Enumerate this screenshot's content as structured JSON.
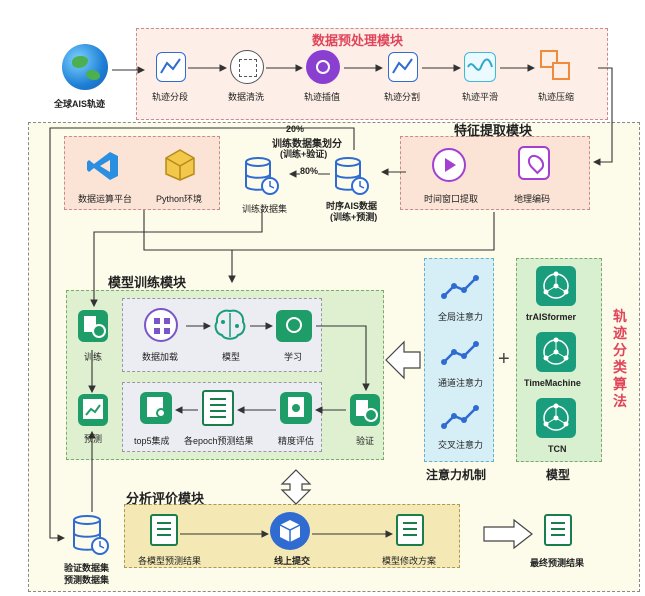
{
  "globe_label": "全球AIS轨迹",
  "preprocess": {
    "title": "数据预处理模块",
    "steps": [
      "轨迹分段",
      "数据清洗",
      "轨迹插值",
      "轨迹分割",
      "轨迹平滑",
      "轨迹压缩"
    ]
  },
  "feature": {
    "title": "特征提取模块",
    "items": [
      "时间窗口提取",
      "地理编码"
    ]
  },
  "platform": {
    "items": [
      "数据运算平台",
      "Python环境"
    ]
  },
  "split": {
    "title": "训练数据集划分",
    "subtitle": "(训练+验证)",
    "pct20": "20%",
    "pct80": "80%",
    "train_set": "训练数据集",
    "ts_line1": "时序AIS数据",
    "ts_line2": "(训练+预测)"
  },
  "training": {
    "title": "模型训练模块",
    "train": "训练",
    "predict": "预测",
    "load": "数据加载",
    "model": "模型",
    "learn": "学习",
    "validate": "验证",
    "accuracy": "精度评估",
    "epoch": "各epoch预测结果",
    "top5": "top5集成"
  },
  "attention": {
    "title": "注意力机制",
    "items": [
      "全局注意力",
      "通道注意力",
      "交叉注意力"
    ]
  },
  "models": {
    "title": "模型",
    "items": [
      "trAISformer",
      "TimeMachine",
      "TCN"
    ]
  },
  "side_title": [
    "轨",
    "迹",
    "分",
    "类",
    "算",
    "法"
  ],
  "plus": "+",
  "eval": {
    "title": "分析评价模块",
    "results": "各模型预测结果",
    "submit": "线上提交",
    "revise": "模型修改方案"
  },
  "datasets": {
    "line1": "验证数据集",
    "line2": "预测数据集"
  },
  "final": "最终预测结果"
}
